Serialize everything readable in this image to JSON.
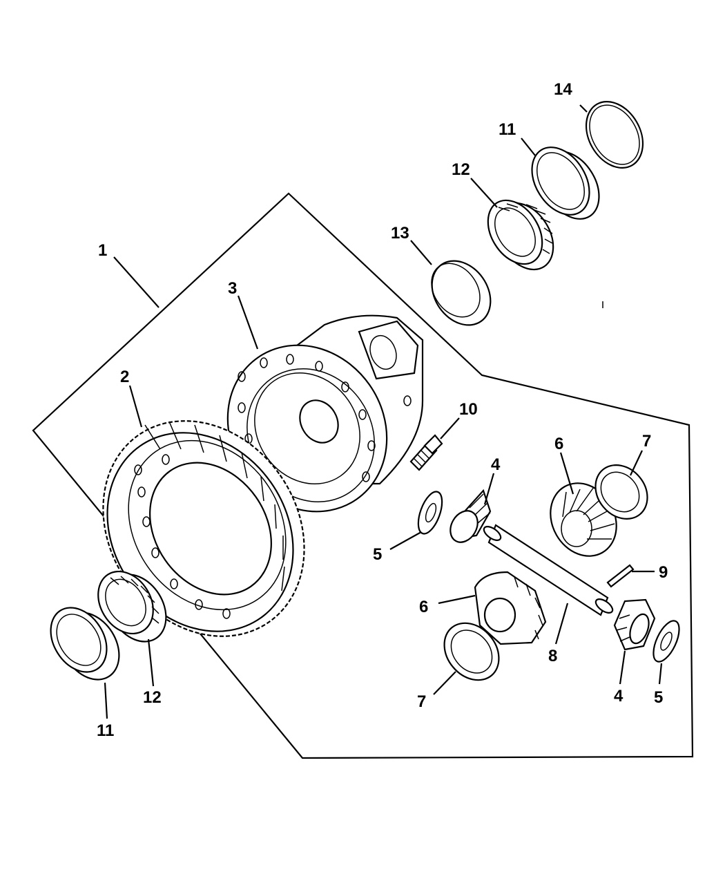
{
  "callouts": {
    "c1": "1",
    "c2": "2",
    "c3": "3",
    "c4a": "4",
    "c4b": "4",
    "c5a": "5",
    "c5b": "5",
    "c6a": "6",
    "c6b": "6",
    "c7a": "7",
    "c7b": "7",
    "c8": "8",
    "c9": "9",
    "c10": "10",
    "c11a": "11",
    "c11b": "11",
    "c12a": "12",
    "c12b": "12",
    "c13": "13",
    "c14": "14"
  }
}
